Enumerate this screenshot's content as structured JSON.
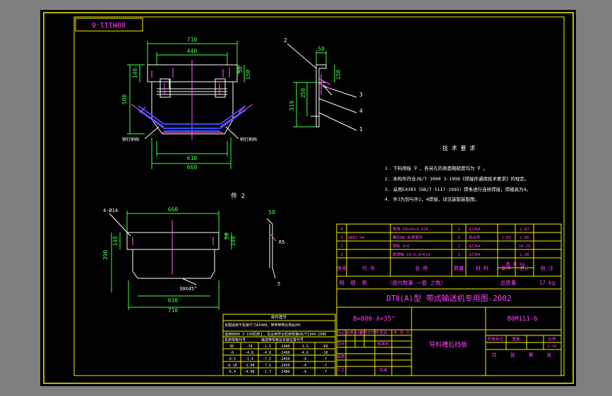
{
  "drawing": {
    "number_rotated": "80M111-6",
    "part_label": "件 2",
    "title_main": "DTⅡ(A)型 带式输送机专用图-2002",
    "spec": "B=800 λ=35°",
    "drawing_no": "80M111-6",
    "part_name": "导料槽后挡板",
    "total_weight_label": "总质量",
    "total_weight_value": "17 kg",
    "scale_value": "1:10"
  },
  "dims": {
    "front_top_outer": "710",
    "front_top_inner": "440",
    "front_bottom_inner": "610",
    "front_bottom_outer": "660",
    "front_height": "500",
    "front_left_small": "140",
    "front_right_a": "50",
    "front_right_b": "150",
    "side_top": "50",
    "side_mid": "150",
    "side_h1": "250",
    "side_h2": "319",
    "part_top": "660",
    "part_bottom_inner": "610",
    "part_bottom_outer": "710",
    "part_height": "390",
    "part_left_small": "140",
    "part_right_a": "50",
    "part_right_b": "140",
    "part_holes": "4-Ø14",
    "part_chamfer": "30X45°",
    "part_side_top": "50",
    "part_side_r": "R5",
    "part_side_t": "5"
  },
  "callouts": [
    "1",
    "2",
    "3",
    "4"
  ],
  "view_notes": {
    "left_label": "铆钉刷档",
    "right_label": "刷钉刷档"
  },
  "tech_req": {
    "title": "技 术 要 求",
    "items": [
      "1. 下料用板 ∇ ，各另孔的表面粗糙度均为 ∇ 。",
      "2. 本构件符合JB/T 3000 3-1998《焊接件通用技术要求》的规定。",
      "3. 采用E4303（GB/T 5117-1995）焊条进行连续焊接，焊缝高为4。",
      "4. 件3为到与件2，4焊接，详见装配装配图。"
    ]
  },
  "bom": {
    "rows": [
      {
        "no": "4",
        "code": "",
        "name": "角钢 50×50×5-610",
        "qty": "1",
        "material": "Q235A",
        "unit": "-",
        "total": "2.87"
      },
      {
        "no": "3",
        "code": "GB81·34",
        "name": "螺栓M8 夹紧套件",
        "qty": "2",
        "material": "组合件",
        "unit": "1.03",
        "total": "2.06"
      },
      {
        "no": "2",
        "code": "",
        "name": "钢板 δ=5",
        "qty": "1",
        "material": "Q235A",
        "unit": "-",
        "total": "10.29"
      },
      {
        "no": "1",
        "code": "",
        "name": "扁钢板 10×3.8×610",
        "qty": "1",
        "material": "Q235A",
        "unit": "-",
        "total": "2.38"
      }
    ],
    "header": [
      "序号",
      "代 号",
      "名 称",
      "数量",
      "材 料",
      "单件",
      "总计",
      "附 注"
    ],
    "header_sub": "质 量 kg",
    "detail_row": [
      "明",
      "细",
      "表",
      "（按内数量 一套 之数）"
    ]
  },
  "rev_table": {
    "title": "部件图号",
    "lines": [
      "本图适用于机架尺寸Ⅲ5400，帯帯帯帯比例Ⅲ20%",
      "适用B800 3-150机架上，及业用符合机架规格GB/T1344-1996",
      "机架规格代号",
      "输送带规格及安装位置代号"
    ],
    "rows": [
      [
        "30",
        "-78",
        "-1.5",
        "-2480",
        "-3.5",
        "-69"
      ],
      [
        "-6",
        "-4.8",
        "-4.8",
        "-2480",
        "-4.6",
        "-10"
      ],
      [
        "-6.5",
        "-1.4",
        "-7.5",
        "-2450",
        "-4",
        "-7"
      ],
      [
        "-6.18",
        "-1.00",
        "-7.5",
        "-2450",
        "-4",
        "-7"
      ],
      [
        "-6.4",
        "-4.98",
        "-1.7",
        "-2480",
        "-4",
        "-7"
      ]
    ]
  },
  "title_block": {
    "labels": [
      "标记",
      "处数",
      "分区",
      "更改文件号",
      "签名",
      "年.月.日",
      "设计",
      "标准化",
      "审核",
      "工艺",
      "批准"
    ],
    "stage_label": "阶段标记",
    "weight_label": "重量",
    "scale_label": "比例",
    "sheet": [
      "共",
      "张",
      "第",
      "张"
    ]
  },
  "colors": {
    "background": "#000000",
    "outline": "#ffffff",
    "border_yellow": "#f5f000",
    "text_magenta": "#ff40ff",
    "dim_green": "#40ff40",
    "belt_blue": "#3050ff",
    "pink": "#ff60ff",
    "window_grey": "#7f7f7f"
  }
}
